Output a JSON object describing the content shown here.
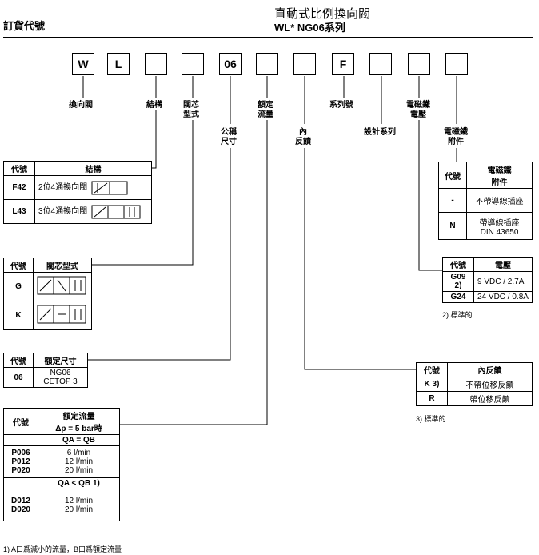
{
  "header": {
    "title": "直動式比例換向閥",
    "subtitle": "WL* NG06系列",
    "left": "訂貨代號"
  },
  "code_boxes": [
    "W",
    "L",
    "",
    "",
    "06",
    "",
    "",
    "F",
    "",
    "",
    ""
  ],
  "labels": {
    "valve": "換向閥",
    "structure": "結構",
    "spool": "閥芯\n型式",
    "size": "公稱\n尺寸",
    "flow": "額定\n流量",
    "feedback": "內\n反饋",
    "series": "系列號",
    "design": "設計系列",
    "voltage": "電磁鐵\n電壓",
    "accessory": "電磁鐵\n附件"
  },
  "table_structure": {
    "h1": "代號",
    "h2": "結構",
    "rows": [
      {
        "code": "F42",
        "desc": "2位4通換向閥"
      },
      {
        "code": "L43",
        "desc": "3位4通換向閥"
      }
    ]
  },
  "table_spool": {
    "h1": "代號",
    "h2": "閥芯型式",
    "rows": [
      {
        "code": "G"
      },
      {
        "code": "K"
      }
    ]
  },
  "table_size": {
    "h1": "代號",
    "h2": "額定尺寸",
    "code": "06",
    "desc1": "NG06",
    "desc2": "CETOP 3"
  },
  "table_flow": {
    "h1": "代號",
    "h2a": "額定流量",
    "h2b": "Δp = 5 bar時",
    "sub1": "QA = QB",
    "group1": {
      "codes": "P006\nP012\nP020",
      "values": "6 l/min\n12 l/min\n20 l/min"
    },
    "sub2": "QA < QB 1)",
    "group2": {
      "codes": "D012\nD020",
      "values": "12 l/min\n20 l/min"
    }
  },
  "note_flow": "1)  A口爲減小的流量，B口爲額定流量",
  "table_accessory": {
    "h1": "代號",
    "h2a": "電磁鐵",
    "h2b": "附件",
    "rows": [
      {
        "code": "-",
        "desc": "不帶導線插座"
      },
      {
        "code": "N",
        "desc": "帶導線插座\nDIN 43650"
      }
    ]
  },
  "table_voltage": {
    "h1": "代號",
    "h2": "電壓",
    "rows": [
      {
        "code": "G09 2)",
        "desc": "9 VDC / 2.7A"
      },
      {
        "code": "G24",
        "desc": "24 VDC / 0.8A"
      }
    ]
  },
  "note_voltage": "2)  標準的",
  "table_feedback": {
    "h1": "代號",
    "h2": "內反饋",
    "rows": [
      {
        "code": "K 3)",
        "desc": "不帶位移反饋"
      },
      {
        "code": "R",
        "desc": "帶位移反饋"
      }
    ]
  },
  "note_feedback": "3)  標準的"
}
